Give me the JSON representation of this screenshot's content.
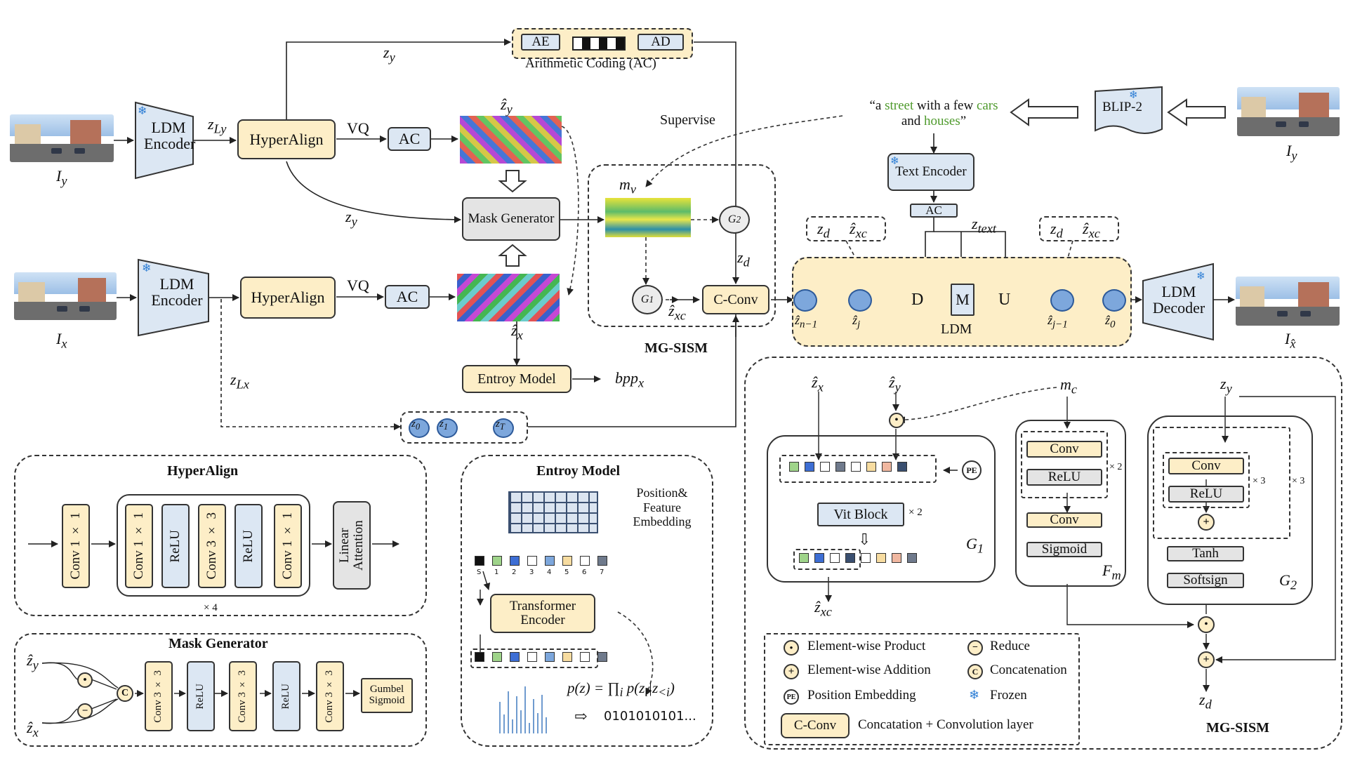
{
  "top": {
    "ac_group_label": "Arithmetic Coding (AC)",
    "ae": "AE",
    "ad": "AD",
    "z_y_top": "z",
    "z_y_top_sub": "y"
  },
  "row_y": {
    "image": "I",
    "image_sub": "y",
    "encoder": "LDM Encoder",
    "zl": "z",
    "zl_sub": "Ly",
    "hyperalign": "HyperAlign",
    "vq": "VQ",
    "ac": "AC",
    "zhat": "ẑ",
    "zhat_sub": "y",
    "zy_curve": "z",
    "zy_curve_sub": "y"
  },
  "row_x": {
    "image": "I",
    "image_sub": "x",
    "encoder": "LDM Encoder",
    "hyperalign": "HyperAlign",
    "vq": "VQ",
    "ac": "AC",
    "zhat": "ẑ",
    "zhat_sub": "x",
    "zl": "z",
    "zl_sub": "Lx",
    "entropy_model": "Entroy Model",
    "bpp": "bpp",
    "bpp_sub": "x"
  },
  "mask_generator": "Mask Generator",
  "mg_sism": {
    "title": "MG-SISM",
    "mv": "m",
    "mv_sub": "v",
    "g1": "G",
    "g1_sub": "1",
    "g2": "G",
    "g2_sub": "2",
    "zd": "z",
    "zd_sub": "d",
    "zxc": "ẑ",
    "zxc_sub": "xc",
    "cconv": "C-Conv",
    "supervise": "Supervise"
  },
  "latents": [
    "z",
    "z",
    "z"
  ],
  "latents_sub": [
    "0",
    "1",
    "T"
  ],
  "text_branch": {
    "caption_parts": [
      {
        "t": "“a ",
        "c": "plain"
      },
      {
        "t": "street",
        "c": "green"
      },
      {
        "t": " with a few ",
        "c": "plain"
      },
      {
        "t": "cars",
        "c": "green"
      },
      {
        "t": "and ",
        "c": "plain"
      },
      {
        "t": "houses",
        "c": "green"
      },
      {
        "t": "”",
        "c": "plain"
      }
    ],
    "blip": "BLIP-2",
    "image": "I",
    "image_sub": "y",
    "text_encoder": "Text Encoder",
    "ac": "AC",
    "ztext": "z",
    "ztext_sub": "text"
  },
  "ldm": {
    "cond_left": [
      "z",
      "ẑ"
    ],
    "cond_left_sub": [
      "d",
      "xc"
    ],
    "cond_right": [
      "z",
      "ẑ"
    ],
    "cond_right_sub": [
      "d",
      "xc"
    ],
    "nodes": [
      "ẑ",
      "ẑ",
      "ẑ",
      "ẑ"
    ],
    "nodes_sub": [
      "n−1",
      "j",
      "j−1",
      "0"
    ],
    "d": "D",
    "m": "M",
    "u": "U",
    "label": "LDM",
    "decoder": "LDM Decoder",
    "out": "I",
    "out_sub": "x̂"
  },
  "hyperalign_detail": {
    "title": "HyperAlign",
    "layers": [
      "Conv 1 × 1",
      "Conv 1 × 1",
      "ReLU",
      "Conv 3 × 3",
      "ReLU",
      "Conv 1 × 1"
    ],
    "repeat": "× 4",
    "attention": "Linear Attention"
  },
  "mask_gen_detail": {
    "title": "Mask Generator",
    "in_top": "ẑ",
    "in_top_sub": "y",
    "in_bottom": "ẑ",
    "in_bottom_sub": "x",
    "layers": [
      "Conv 3 × 3",
      "ReLU",
      "Conv 3 × 3",
      "ReLU",
      "Conv 3 × 3"
    ],
    "out": "Gumbel Sigmoid"
  },
  "entropy_detail": {
    "title": "Entroy Model",
    "pos_embed": "Position& Feature Embedding",
    "token_labels": [
      "S",
      "1",
      "2",
      "3",
      "4",
      "5",
      "6",
      "7"
    ],
    "transformer": "Transformer Encoder",
    "formula": "p(z) = ∏",
    "formula_sub": "i",
    "formula_rest": " p(z",
    "formula_rest_sub": "i",
    "formula_tail": "|z",
    "formula_tail_sub": "<i",
    "formula_end": ")",
    "bits": "0101010101..."
  },
  "sism_detail": {
    "zx": "ẑ",
    "zx_sub": "x",
    "zy": "ẑ",
    "zy_sub": "y",
    "mv": "m",
    "mv_sub": "c",
    "pe": "PE",
    "vit": "Vit Block",
    "vit_repeat": "× 2",
    "g1": "G",
    "g1_sub": "1",
    "zxc": "ẑ",
    "zxc_sub": "xc",
    "fm_layers": [
      "Conv",
      "ReLU",
      "Conv",
      "Sigmoid"
    ],
    "fm_repeat": "× 2",
    "fm": "F",
    "fm_sub": "m",
    "zy_right": "z",
    "zy_right_sub": "y",
    "g2_layers": [
      "Conv",
      "ReLU",
      "Tanh",
      "Softsign"
    ],
    "g2_inner_repeat": "× 3",
    "g2_outer_repeat": "× 3",
    "g2": "G",
    "g2_sub": "2",
    "zd": "z",
    "zd_sub": "d",
    "title": "MG-SISM"
  },
  "legend": {
    "product": "Element-wise Product",
    "reduce": "Reduce",
    "addition": "Element-wise Addition",
    "concat": "Concatenation",
    "pe": "Position Embedding",
    "frozen": "Frozen",
    "cconv": "C-Conv",
    "cconv_desc": "Concatation + Convolution layer"
  },
  "colors": {
    "yellow_box": "#fdeec7",
    "blue_box": "#dce7f3",
    "gray_box": "#e4e4e4",
    "latent_circle": "#7da7dc",
    "caption_green": "#4e9a2c"
  }
}
